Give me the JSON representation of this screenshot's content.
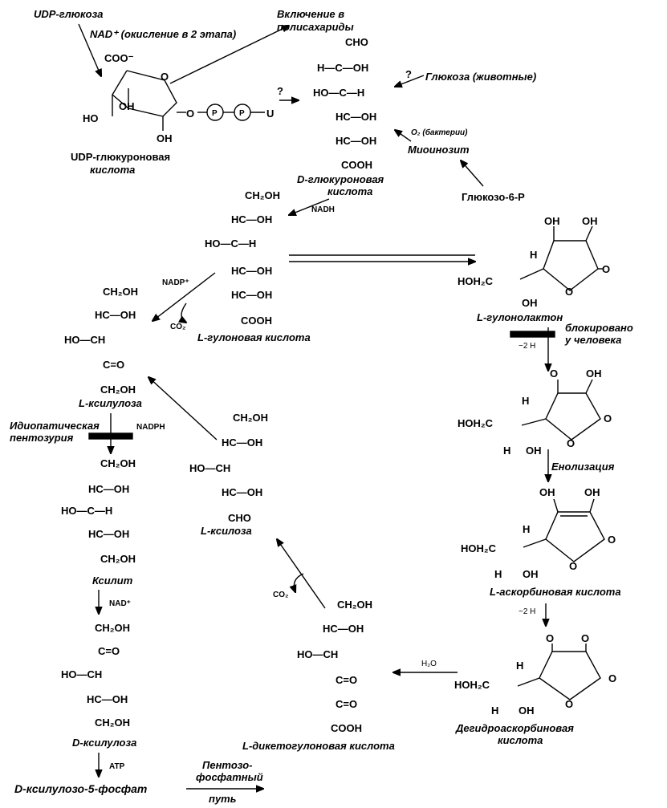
{
  "top": {
    "udp_glucose": "UDP-глюкоза",
    "nad_oxidation": "NAD⁺ (окисление в 2 этапа)",
    "inclusion_1": "Включение в",
    "inclusion_2": "полисахариды",
    "udp_glucuronic_1": "UDP-глюкуроновая",
    "udp_glucuronic_2": "кислота",
    "coo": "COO⁻",
    "oh": "OH",
    "ho": "HO",
    "o": "O",
    "p": "P",
    "u": "U",
    "question": "?"
  },
  "glucuronic": {
    "cho": "CHO",
    "r1": "H—C—OH",
    "r2": "HO—C—H",
    "r3": "HC—OH",
    "r4": "HC—OH",
    "cooh": "COOH",
    "name_1": "D-глюкуроновая",
    "name_2": "кислота",
    "glucose_animals": "Глюкоза (животные)",
    "o2_bacteria": "O₂ (бактерии)",
    "myoinositol": "Миоинозит",
    "glucose6p": "Глюкозо-6-P",
    "nadh": "NADH"
  },
  "gulonic": {
    "ch2oh": "CH₂OH",
    "r1": "HC—OH",
    "r2": "HO—C—H",
    "r3": "HC—OH",
    "r4": "HC—OH",
    "cooh": "COOH",
    "name": "L-гулоновая кислота",
    "nadp": "NADP⁺",
    "co2": "CO₂"
  },
  "gulonolactone": {
    "name": "L-гулонолактон",
    "blocked_1": "блокировано",
    "blocked_2": "у человека",
    "minus2h": "−2 H",
    "hoh2c": "HOH₂C",
    "h": "H",
    "oh": "OH",
    "o": "O"
  },
  "keto_lactone": {
    "hoh2c": "HOH₂C",
    "h": "H",
    "oh": "OH",
    "o": "O"
  },
  "ascorbic": {
    "enolization": "Енолизация",
    "hoh2c": "HOH₂C",
    "h": "H",
    "oh": "OH",
    "o": "O",
    "name": "L-аскорбиновая кислота",
    "minus2h": "−2 H"
  },
  "dehydroascorbic": {
    "hoh2c": "HOH₂C",
    "h": "H",
    "oh": "OH",
    "o": "O",
    "name_1": "Дегидроаскорбиновая",
    "name_2": "кислота",
    "h2o": "H₂O"
  },
  "diketogulonic": {
    "ch2oh": "CH₂OH",
    "r1": "HC—OH",
    "r2": "HO—CH",
    "r3": "C=O",
    "r4": "C=O",
    "cooh": "COOH",
    "name": "L-дикетогулоновая кислота",
    "co2": "CO₂"
  },
  "xylose": {
    "ch2oh": "CH₂OH",
    "r1": "HC—OH",
    "r2": "HO—CH",
    "r3": "HC—OH",
    "cho": "CHO",
    "name": "L-ксилоза"
  },
  "l_xylulose": {
    "ch2oh": "CH₂OH",
    "r1": "HC—OH",
    "r2": "HO—CH",
    "r3": "C=O",
    "ch2oh2": "CH₂OH",
    "name": "L-ксилулоза",
    "pentosuria_1": "Идиопатическая",
    "pentosuria_2": "пентозурия",
    "nadph": "NADPH"
  },
  "xylitol": {
    "ch2oh": "CH₂OH",
    "r1": "HC—OH",
    "r2": "HO—C—H",
    "r3": "HC—OH",
    "ch2oh2": "CH₂OH",
    "name": "Ксилит",
    "nad": "NAD⁺"
  },
  "d_xylulose": {
    "ch2oh": "CH₂OH",
    "r1": "C=O",
    "r2": "HO—CH",
    "r3": "HC—OH",
    "ch2oh2": "CH₂OH",
    "name": "D-ксилулоза",
    "atp": "ATP",
    "product": "D-ксилулозо-5-фосфат",
    "pentose_1": "Пентозо-",
    "pentose_2": "фосфатный",
    "pentose_3": "путь"
  },
  "colors": {
    "ink": "#000000",
    "paper": "#ffffff"
  }
}
